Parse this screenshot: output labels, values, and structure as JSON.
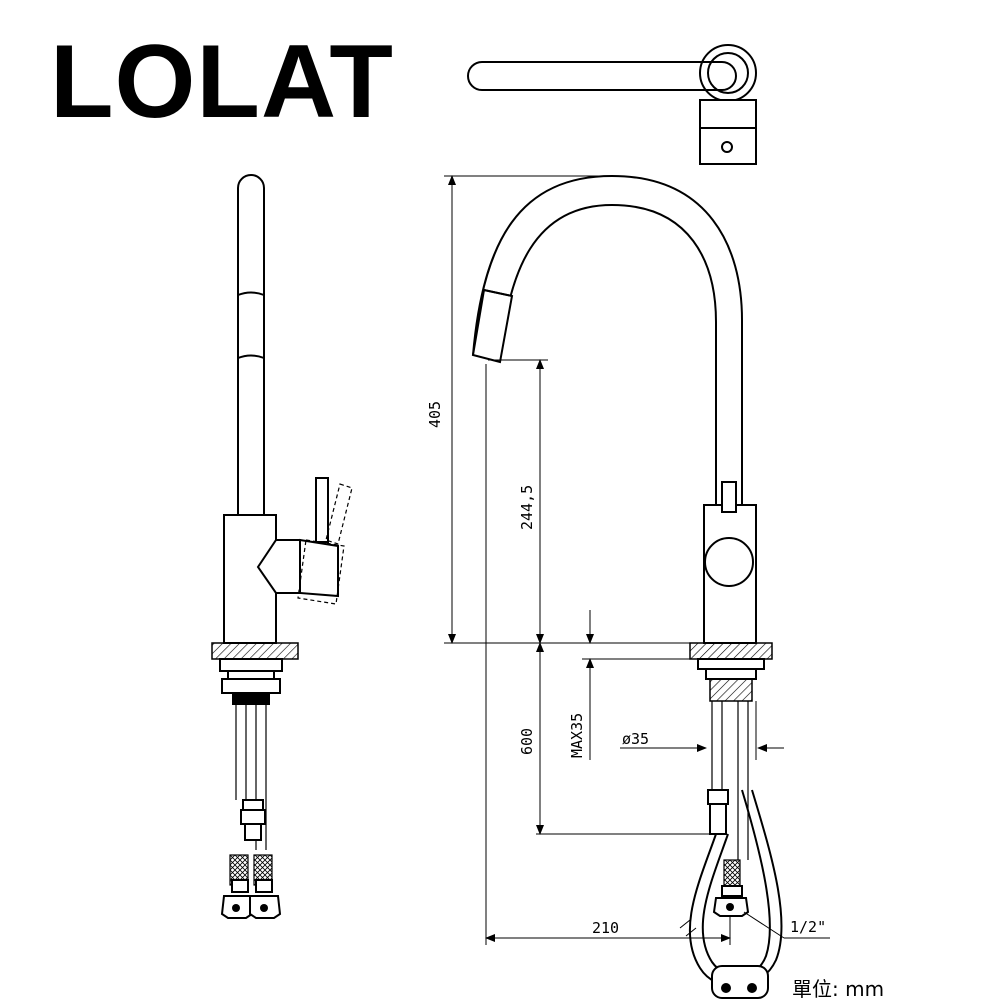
{
  "brand": {
    "name": "LOLAT"
  },
  "dimensions": {
    "height_total": "405",
    "spout_height": "244,5",
    "hose_length": "600",
    "max_thickness": "MAX35",
    "hole_diameter": "ø35",
    "reach": "210",
    "thread": "1/2\""
  },
  "unit_label": "單位: mm"
}
